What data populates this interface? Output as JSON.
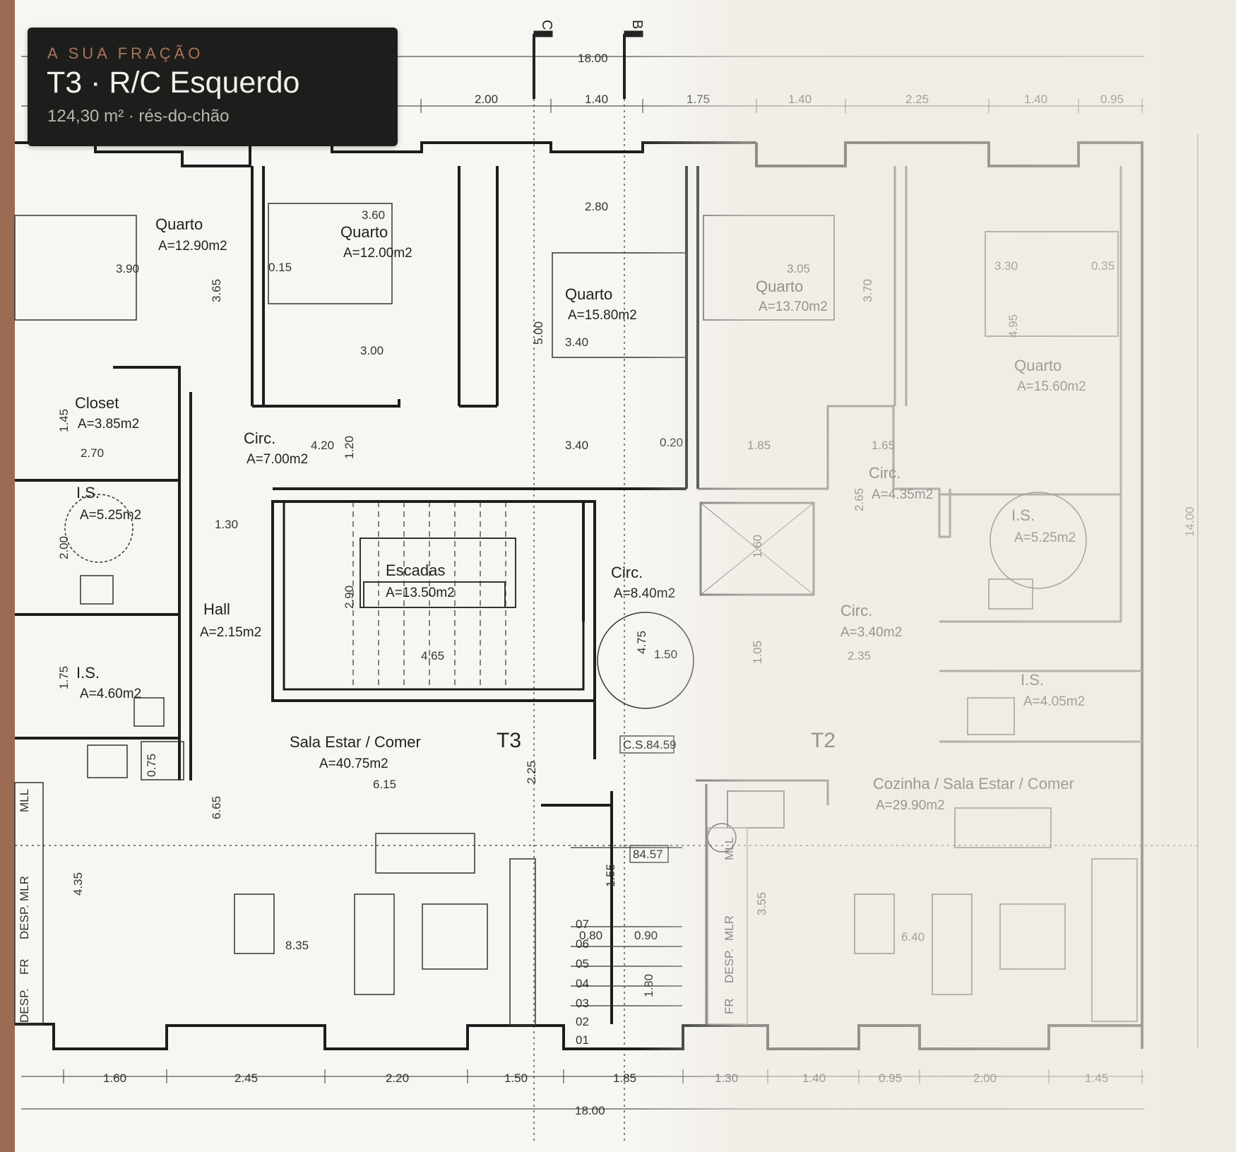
{
  "header_card": {
    "eyebrow": "A SUA FRAÇÃO",
    "unit_title": "T3 · R/C Esquerdo",
    "unit_meta": "124,30 m² · rés-do-chão"
  },
  "section_markers": [
    "C",
    "B"
  ],
  "units": [
    "T3",
    "T2"
  ],
  "rooms": [
    {
      "name": "Quarto",
      "area": "A=12.90m2"
    },
    {
      "name": "Quarto",
      "area": "A=12.00m2"
    },
    {
      "name": "Quarto",
      "area": "A=15.80m2"
    },
    {
      "name": "Quarto",
      "area": "A=13.70m2"
    },
    {
      "name": "Quarto",
      "area": "A=15.60m2"
    },
    {
      "name": "Closet",
      "area": "A=3.85m2"
    },
    {
      "name": "Circ.",
      "area": "A=7.00m2"
    },
    {
      "name": "I.S.",
      "area": "A=5.25m2"
    },
    {
      "name": "Hall",
      "area": "A=2.15m2"
    },
    {
      "name": "I.S.",
      "area": "A=4.60m2"
    },
    {
      "name": "Escadas",
      "area": "A=13.50m2"
    },
    {
      "name": "Circ.",
      "area": "A=8.40m2"
    },
    {
      "name": "Sala Estar / Comer",
      "area": "A=40.75m2"
    },
    {
      "name": "Circ.",
      "area": "A=4.35m2"
    },
    {
      "name": "I.S.",
      "area": "A=5.25m2"
    },
    {
      "name": "Circ.",
      "area": "A=3.40m2"
    },
    {
      "name": "I.S.",
      "area": "A=4.05m2"
    },
    {
      "name": "Cozinha / Sala Estar / Comer",
      "area": "A=29.90m2"
    }
  ],
  "dimensions": {
    "overall_top": "18.00",
    "overall_bottom": "18.00",
    "overall_side": "14.00",
    "top_chain": [
      "2.00",
      "1.40",
      "1.75",
      "1.40",
      "2.25",
      "1.40",
      "0.95"
    ],
    "bottom_chain": [
      "1.60",
      "2.45",
      "2.20",
      "1.50",
      "1.85",
      "1.30",
      "1.40",
      "0.95",
      "2.00",
      "1.45"
    ],
    "interior": [
      "3.60",
      "2.80",
      "3.05",
      "3.30",
      "0.35",
      "3.90",
      "0.15",
      "3.40",
      "3.00",
      "3.65",
      "5.00",
      "3.70",
      "4.95",
      "2.70",
      "4.20",
      "1.20",
      "3.40",
      "0.20",
      "1.85",
      "1.65",
      "2.90",
      "4.65",
      "1.30",
      "1.50",
      "6.15",
      "8.35",
      "6.40",
      "6.65",
      "4.35",
      "3.55",
      "1.55",
      "0.90",
      "0.80",
      "1.80",
      "2.25",
      "1.05",
      "2.35",
      "1.45",
      "2.00",
      "1.75",
      "0.75",
      "1.60",
      "4.75",
      "2.65"
    ]
  },
  "stair_steps": [
    "07",
    "06",
    "05",
    "04",
    "03",
    "02",
    "01"
  ],
  "tags": [
    "C.S.84.59",
    "84.57"
  ],
  "storage": [
    "MLL",
    "MLR",
    "DESP.",
    "FR",
    "DESP.",
    "MLL",
    "MLR",
    "DESP.",
    "FR"
  ],
  "colors": {
    "card_bg": "#1d1d1c",
    "accent": "#a9745b",
    "edge": "#9a6a52",
    "paper": "#f6f4ef"
  }
}
